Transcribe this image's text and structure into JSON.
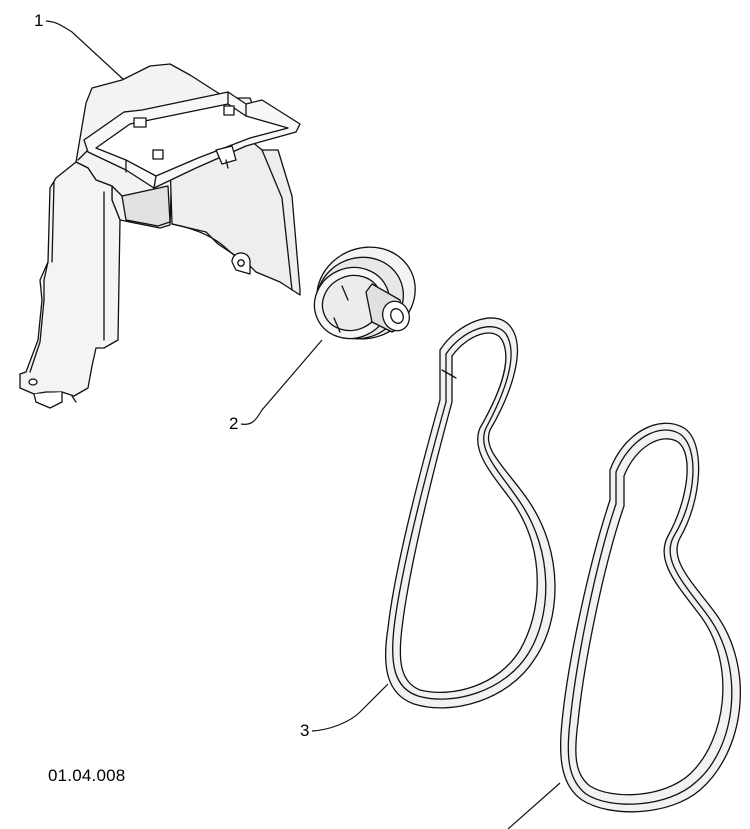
{
  "figure": {
    "code": "01.04.008",
    "callouts": [
      {
        "id": "1",
        "label": "1"
      },
      {
        "id": "2",
        "label": "2"
      },
      {
        "id": "3",
        "label": "3"
      }
    ],
    "parts": [
      {
        "callout": "1",
        "icon": "belt-guard-bracket-icon"
      },
      {
        "callout": "2",
        "icon": "pulley-icon"
      },
      {
        "callout": "3",
        "icon": "v-belt-icon"
      },
      {
        "callout": "",
        "icon": "v-belt-icon"
      }
    ]
  }
}
